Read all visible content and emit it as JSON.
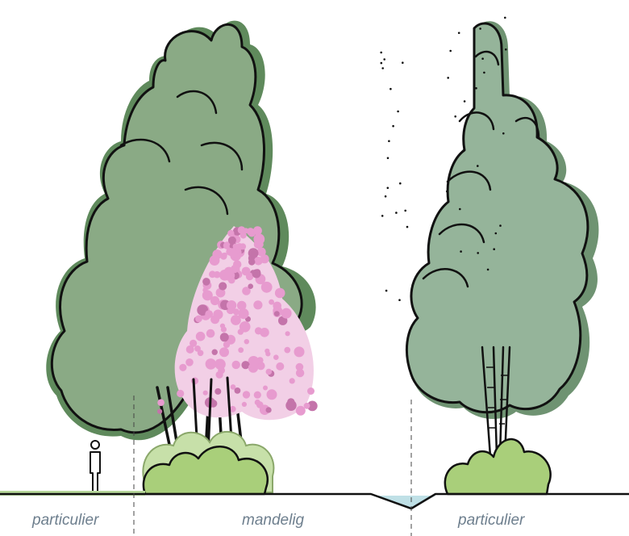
{
  "labels": {
    "left_zone": "particulier",
    "middle_zone": "mandelig",
    "right_zone": "particulier"
  },
  "colors": {
    "foliage": "#8aaa85",
    "foliage_shadow": "#5f8a5c",
    "poplar_foliage": "#95b49a",
    "shrub": "#a9cf7a",
    "blossom": "#e79bcf",
    "ditch_water": "#bfe0e6",
    "outline": "#111111",
    "label_text": "#6e7f8e"
  },
  "icons": {
    "person": "person-silhouette-icon"
  }
}
